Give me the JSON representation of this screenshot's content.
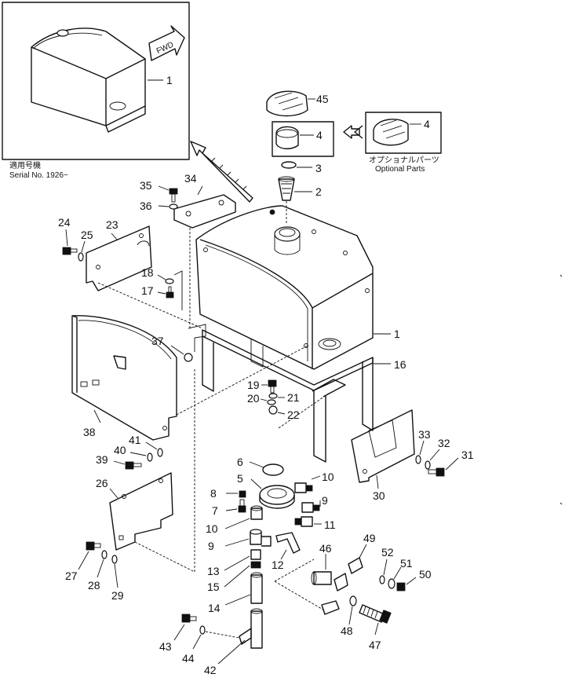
{
  "inset": {
    "fwd_label": "FWD",
    "serial_jp": "適用号機",
    "serial_no": "Serial No. 1926~",
    "callout": "1"
  },
  "optional_parts": {
    "jp": "オプショナルパーツ",
    "en": "Optional Parts"
  },
  "callouts": [
    "45",
    "4",
    "4",
    "3",
    "2",
    "34",
    "35",
    "36",
    "24",
    "25",
    "23",
    "18",
    "17",
    "1",
    "37",
    "16",
    "19",
    "21",
    "20",
    "22",
    "38",
    "41",
    "40",
    "39",
    "6",
    "5",
    "10",
    "26",
    "8",
    "9",
    "7",
    "10",
    "11",
    "33",
    "32",
    "31",
    "30",
    "9",
    "12",
    "46",
    "49",
    "52",
    "51",
    "50",
    "27",
    "28",
    "29",
    "13",
    "15",
    "14",
    "48",
    "47",
    "43",
    "44",
    "42"
  ]
}
